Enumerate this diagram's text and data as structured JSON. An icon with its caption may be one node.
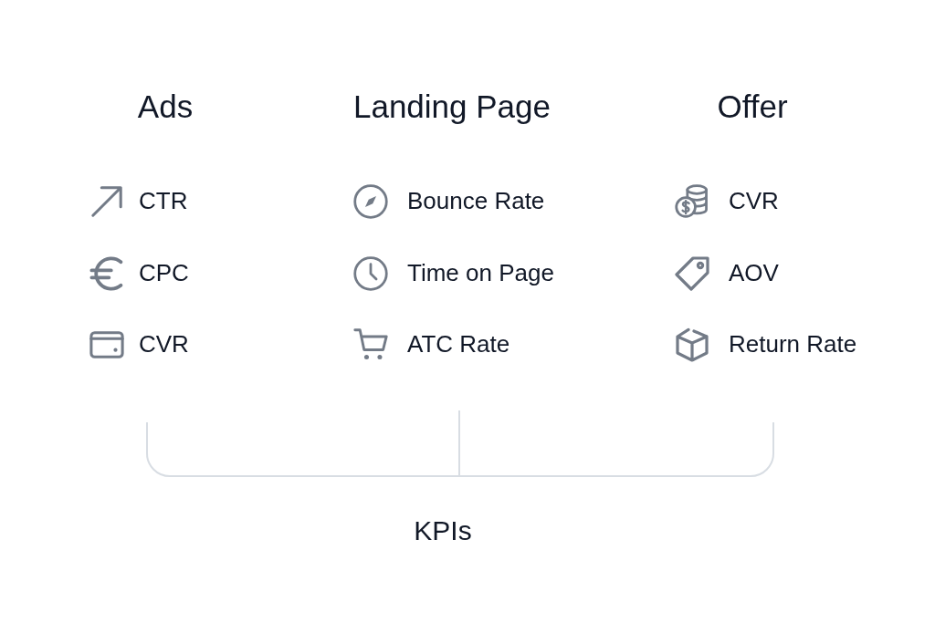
{
  "diagram": {
    "labels": [
      "Ads",
      "Landing Page",
      "Offer",
      "CTR",
      "Bounce Rate",
      "CVR",
      "CPC",
      "Time on Page",
      "AOV",
      "CVR",
      "ATC Rate",
      "Return Rate",
      "KPIs"
    ]
  }
}
